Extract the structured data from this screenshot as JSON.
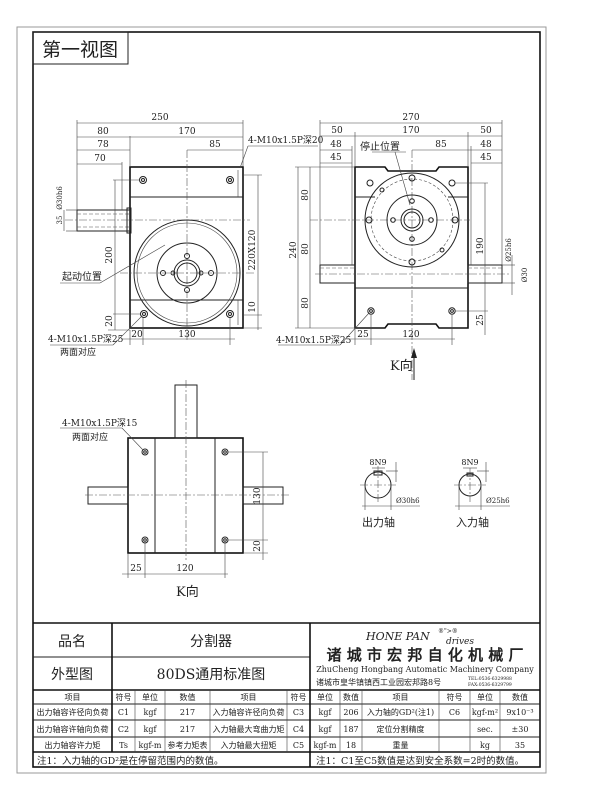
{
  "sheet": {
    "view_title": "第一视图"
  },
  "view_front": {
    "dims": {
      "d250": "250",
      "d80": "80",
      "d170": "170",
      "d78": "78",
      "d85": "85",
      "d70": "70",
      "d200": "200",
      "d220x120": "220X120",
      "d20v": "20",
      "d10": "10",
      "d20h": "20",
      "d130": "130",
      "shaft_dia": "Ø30h6",
      "d35": "35"
    },
    "label_start": "起动位置",
    "label_tap_top": "4-M10x1.5P深20",
    "label_tap_bottom": "4-M10x1.5P深25",
    "label_both_sides": "两面对应"
  },
  "view_side": {
    "dims": {
      "d270": "270",
      "d50l": "50",
      "d170": "170",
      "d50r": "50",
      "d48l": "48",
      "d85": "85",
      "d48r": "48",
      "d45l": "45",
      "d45r": "45",
      "d240": "240",
      "d80a": "80",
      "d80b": "80",
      "d80c": "80",
      "d190": "190",
      "d25v": "25",
      "shaft_dia_in": "Ø25h6",
      "shaft_dia_30": "Ø30",
      "d25h": "25",
      "d120": "120"
    },
    "label_stop": "停止位置",
    "label_tap": "4-M10x1.5P深25",
    "label_k": "K向"
  },
  "view_k": {
    "dims": {
      "d25": "25",
      "d120": "120",
      "d130": "130",
      "d20": "20"
    },
    "label_tap": "4-M10x1.5P深15",
    "label_both_sides": "两面对应",
    "label_k": "K向"
  },
  "shaft_details": [
    {
      "key": "8N9",
      "dia": "Ø30h6",
      "name": "出力轴"
    },
    {
      "key": "8N9",
      "dia": "Ø25h6",
      "name": "入力轴"
    }
  ],
  "title_block": {
    "product_label": "品名",
    "product_value": "分割器",
    "drawing_label": "外型图",
    "drawing_value": "80DS通用标准图",
    "brand": "HONE PAN",
    "brand_suffix": "drives",
    "company_cn": "诸 城 市 宏 邦 自 化 机 械 厂",
    "company_en": "ZhuCheng Hongbang Automatic Machinery Company",
    "address": "诸城市皇华镇镇西工业园宏邦路8号",
    "tel": "TEL:0536-6329988",
    "fax": "FAX:0536-6329799",
    "headers": [
      "项目",
      "符号",
      "单位",
      "数值",
      "项目",
      "符号",
      "单位",
      "数值",
      "项目",
      "符号",
      "单位",
      "数值"
    ],
    "rows": [
      [
        "出力轴容许径向负荷",
        "C1",
        "kgf",
        "217",
        "入力轴容许径向负荷",
        "C3",
        "kgf",
        "206",
        "入力轴的GD²(注1)",
        "C6",
        "kgf-m²",
        "9x10⁻³"
      ],
      [
        "出力轴容许轴向负荷",
        "C2",
        "kgf",
        "217",
        "入力轴最大弯曲力矩",
        "C4",
        "kgf",
        "187",
        "定位分割精度",
        "",
        "sec.",
        "±30"
      ],
      [
        "出力轴容许力矩",
        "Ts",
        "kgf-m",
        "参考力矩表",
        "入力轴最大扭矩",
        "C5",
        "kgf-m",
        "18",
        "重量",
        "",
        "kg",
        "35"
      ]
    ],
    "note1": "注1：入力轴的GD²是在停留范围内的数值。",
    "note2": "注1：C1至C5数值是达到安全系数=2时的数值。"
  }
}
